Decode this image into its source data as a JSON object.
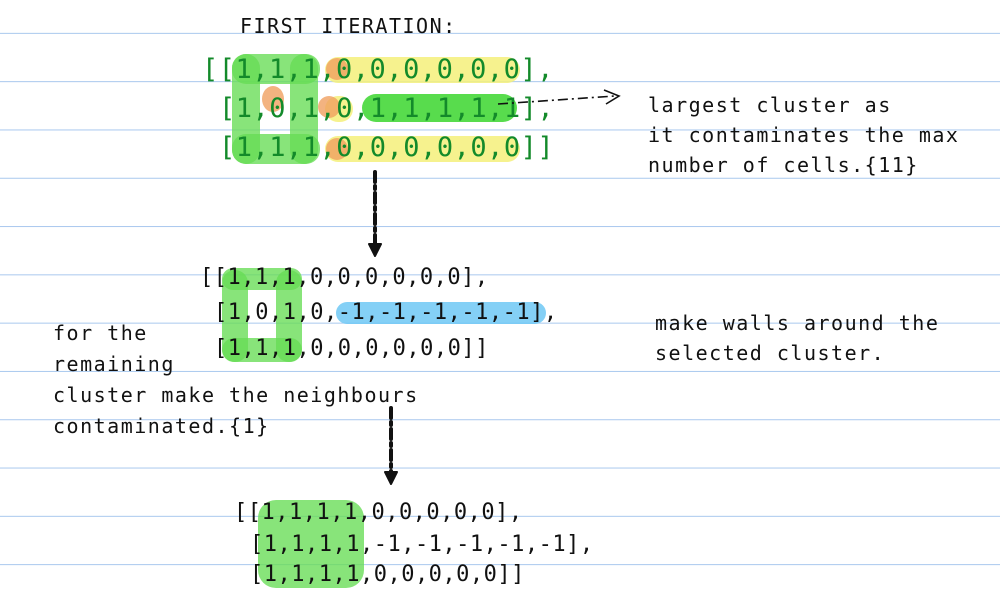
{
  "title": "FIRST ITERATION:",
  "matrix1": {
    "row1": "[[1,1,1,0,0,0,0,0,0],",
    "row2": "[1,0,1,0,1,1,1,1,1],",
    "row3": "[1,1,1,0,0,0,0,0,0]]"
  },
  "matrix2": {
    "row1": "[[1,1,1,0,0,0,0,0,0],",
    "row2": "[1,0,1,0,-1,-1,-1,-1,-1],",
    "row3": "[1,1,1,0,0,0,0,0,0]]"
  },
  "matrix3": {
    "row1": "[[1,1,1,1,0,0,0,0,0],",
    "row2": "[1,1,1,1,-1,-1,-1,-1,-1],",
    "row3": "[1,1,1,1,0,0,0,0,0]]"
  },
  "notes": {
    "largest_cluster": "largest cluster as\nit contaminates the max\nnumber of cells.{11}",
    "make_walls": "make walls around the\nselected cluster.",
    "remaining": "for the\nremaining\ncluster make the neighbours\ncontaminated.{1}"
  },
  "colors": {
    "line": "#a9c8ee",
    "green_highlight": "#66dd55",
    "yellow_highlight": "#f4f07a",
    "orange_highlight": "#f0a060",
    "blue_highlight": "#6ec8f4",
    "matrix_text": "#138a2a"
  }
}
